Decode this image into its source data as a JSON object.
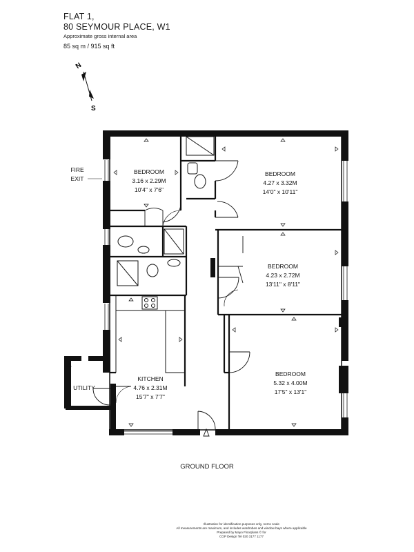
{
  "header": {
    "line1": "FLAT 1,",
    "line2": "80 SEYMOUR PLACE, W1",
    "area_note": "Approximate gross internal area",
    "area": "85 sq m  /  915 sq ft"
  },
  "compass": {
    "north": "N",
    "south": "S"
  },
  "labels": {
    "fire_exit_1": "FIRE",
    "fire_exit_2": "EXIT",
    "utility": "UTILITY"
  },
  "rooms": [
    {
      "name": "BEDROOM",
      "metric": "3.16 x 2.29M",
      "imperial": "10'4\" x 7'6\""
    },
    {
      "name": "BEDROOM",
      "metric": "4.27 x 3.32M",
      "imperial": "14'0\" x 10'11\""
    },
    {
      "name": "BEDROOM",
      "metric": "4.23 x 2.72M",
      "imperial": "13'11\" x 8'11\""
    },
    {
      "name": "BEDROOM",
      "metric": "5.32 x 4.00M",
      "imperial": "17'5\" x 13'1\""
    },
    {
      "name": "KITCHEN",
      "metric": "4.76 x 2.31M",
      "imperial": "15'7\" x 7'7\""
    }
  ],
  "footer": {
    "floor": "GROUND FLOOR",
    "fine1": "Illustration for identification purposes only, not to scale",
    "fine2": "All measurements are maximum, and includes wardrobes and window bays where applicable",
    "fine3": "Prepared by Mayo Floorplans ©  for",
    "fine4": "CGP Design Tel 020 3177 1177"
  }
}
